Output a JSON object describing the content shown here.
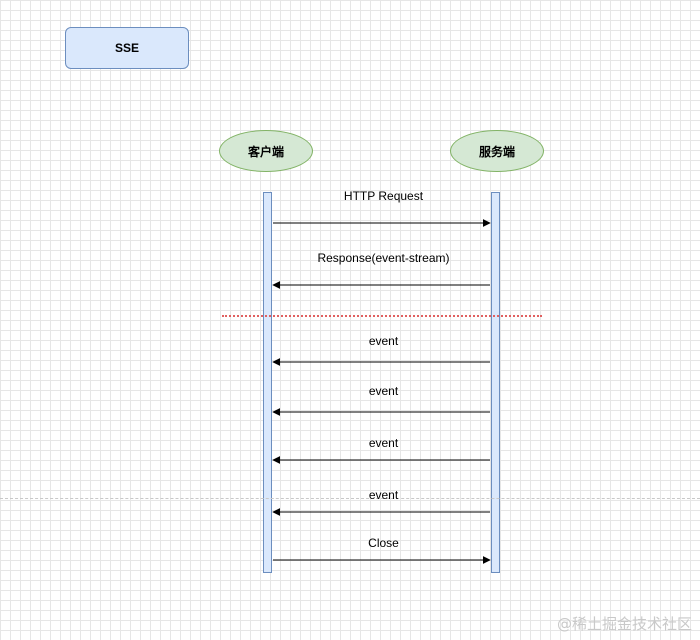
{
  "title": "SSE",
  "actors": {
    "client": "客户端",
    "server": "服务端"
  },
  "messages": [
    {
      "label": "HTTP Request",
      "direction": "right"
    },
    {
      "label": "Response(event-stream)",
      "direction": "left"
    },
    {
      "label": "event",
      "direction": "left"
    },
    {
      "label": "event",
      "direction": "left"
    },
    {
      "label": "event",
      "direction": "left"
    },
    {
      "label": "event",
      "direction": "left"
    },
    {
      "label": "Close",
      "direction": "right"
    }
  ],
  "watermark": "@稀土掘金技术社区",
  "colors": {
    "title_fill": "#dae8fc",
    "title_stroke": "#6c8ebf",
    "actor_fill": "#d5e8d4",
    "actor_stroke": "#82b366",
    "divider": "#e06060"
  }
}
